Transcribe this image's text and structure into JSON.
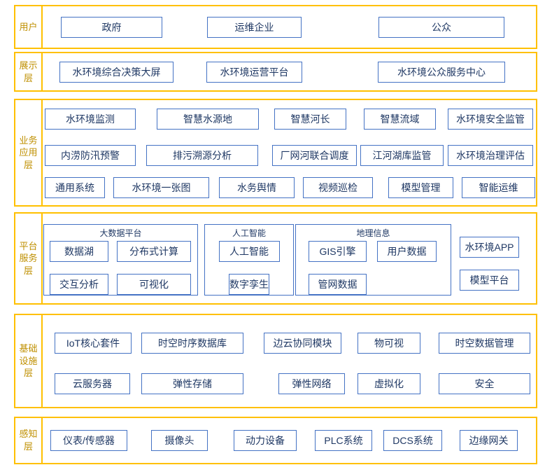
{
  "diagram": {
    "colors": {
      "layer_border": "#FFC000",
      "layer_label_text": "#BF8F00",
      "box_border": "#4472C4",
      "box_text": "#1F3864",
      "background": "#FFFFFF"
    },
    "layers": {
      "users": {
        "label": "用户",
        "boxes": [
          "政府",
          "运维企业",
          "公众"
        ]
      },
      "display": {
        "label": "展示层",
        "boxes": [
          "水环境综合决策大屏",
          "水环境运营平台",
          "水环境公众服务中心"
        ]
      },
      "business": {
        "label": "业务应用层",
        "row1": [
          "水环境监测",
          "智慧水源地",
          "智慧河长",
          "智慧流域",
          "水环境安全监管"
        ],
        "row2": [
          "内涝防汛预警",
          "排污溯源分析",
          "厂网河联合调度",
          "江河湖库监管",
          "水环境治理评估"
        ],
        "row3": [
          "通用系统",
          "水环境一张图",
          "水务舆情",
          "视频巡检",
          "模型管理",
          "智能运维"
        ]
      },
      "platform": {
        "label": "平台服务层",
        "groups": [
          {
            "title": "大数据平台",
            "boxes": [
              "数据湖",
              "分布式计算",
              "交互分析",
              "可视化"
            ]
          },
          {
            "title": "人工智能",
            "boxes": [
              "人工智能",
              "数字孪生"
            ]
          },
          {
            "title": "地理信息",
            "boxes": [
              "GIS引擎",
              "用户数据",
              "管网数据"
            ]
          }
        ],
        "standalone": [
          "水环境APP",
          "模型平台"
        ]
      },
      "infrastructure": {
        "label": "基础设施层",
        "row1": [
          "IoT核心套件",
          "时空时序数据库",
          "边云协同模块",
          "物可视",
          "时空数据管理"
        ],
        "row2": [
          "云服务器",
          "弹性存储",
          "弹性网络",
          "虚拟化",
          "安全"
        ]
      },
      "perception": {
        "label": "感知层",
        "boxes": [
          "仪表/传感器",
          "摄像头",
          "动力设备",
          "PLC系统",
          "DCS系统",
          "边缘网关"
        ]
      }
    }
  }
}
